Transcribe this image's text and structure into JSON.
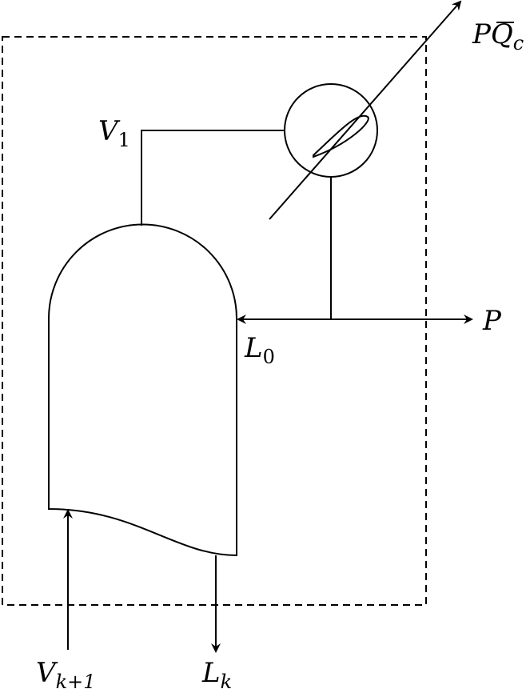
{
  "labels": {
    "heat_main": "PQ",
    "heat_sub": "c",
    "vapor_top_main": "V",
    "vapor_top_sub": "1",
    "product_main": "P",
    "reflux_main": "L",
    "reflux_sub": "0",
    "vapor_in_main": "V",
    "vapor_in_sub": "k+1",
    "liquid_out_main": "L",
    "liquid_out_sub": "k"
  }
}
